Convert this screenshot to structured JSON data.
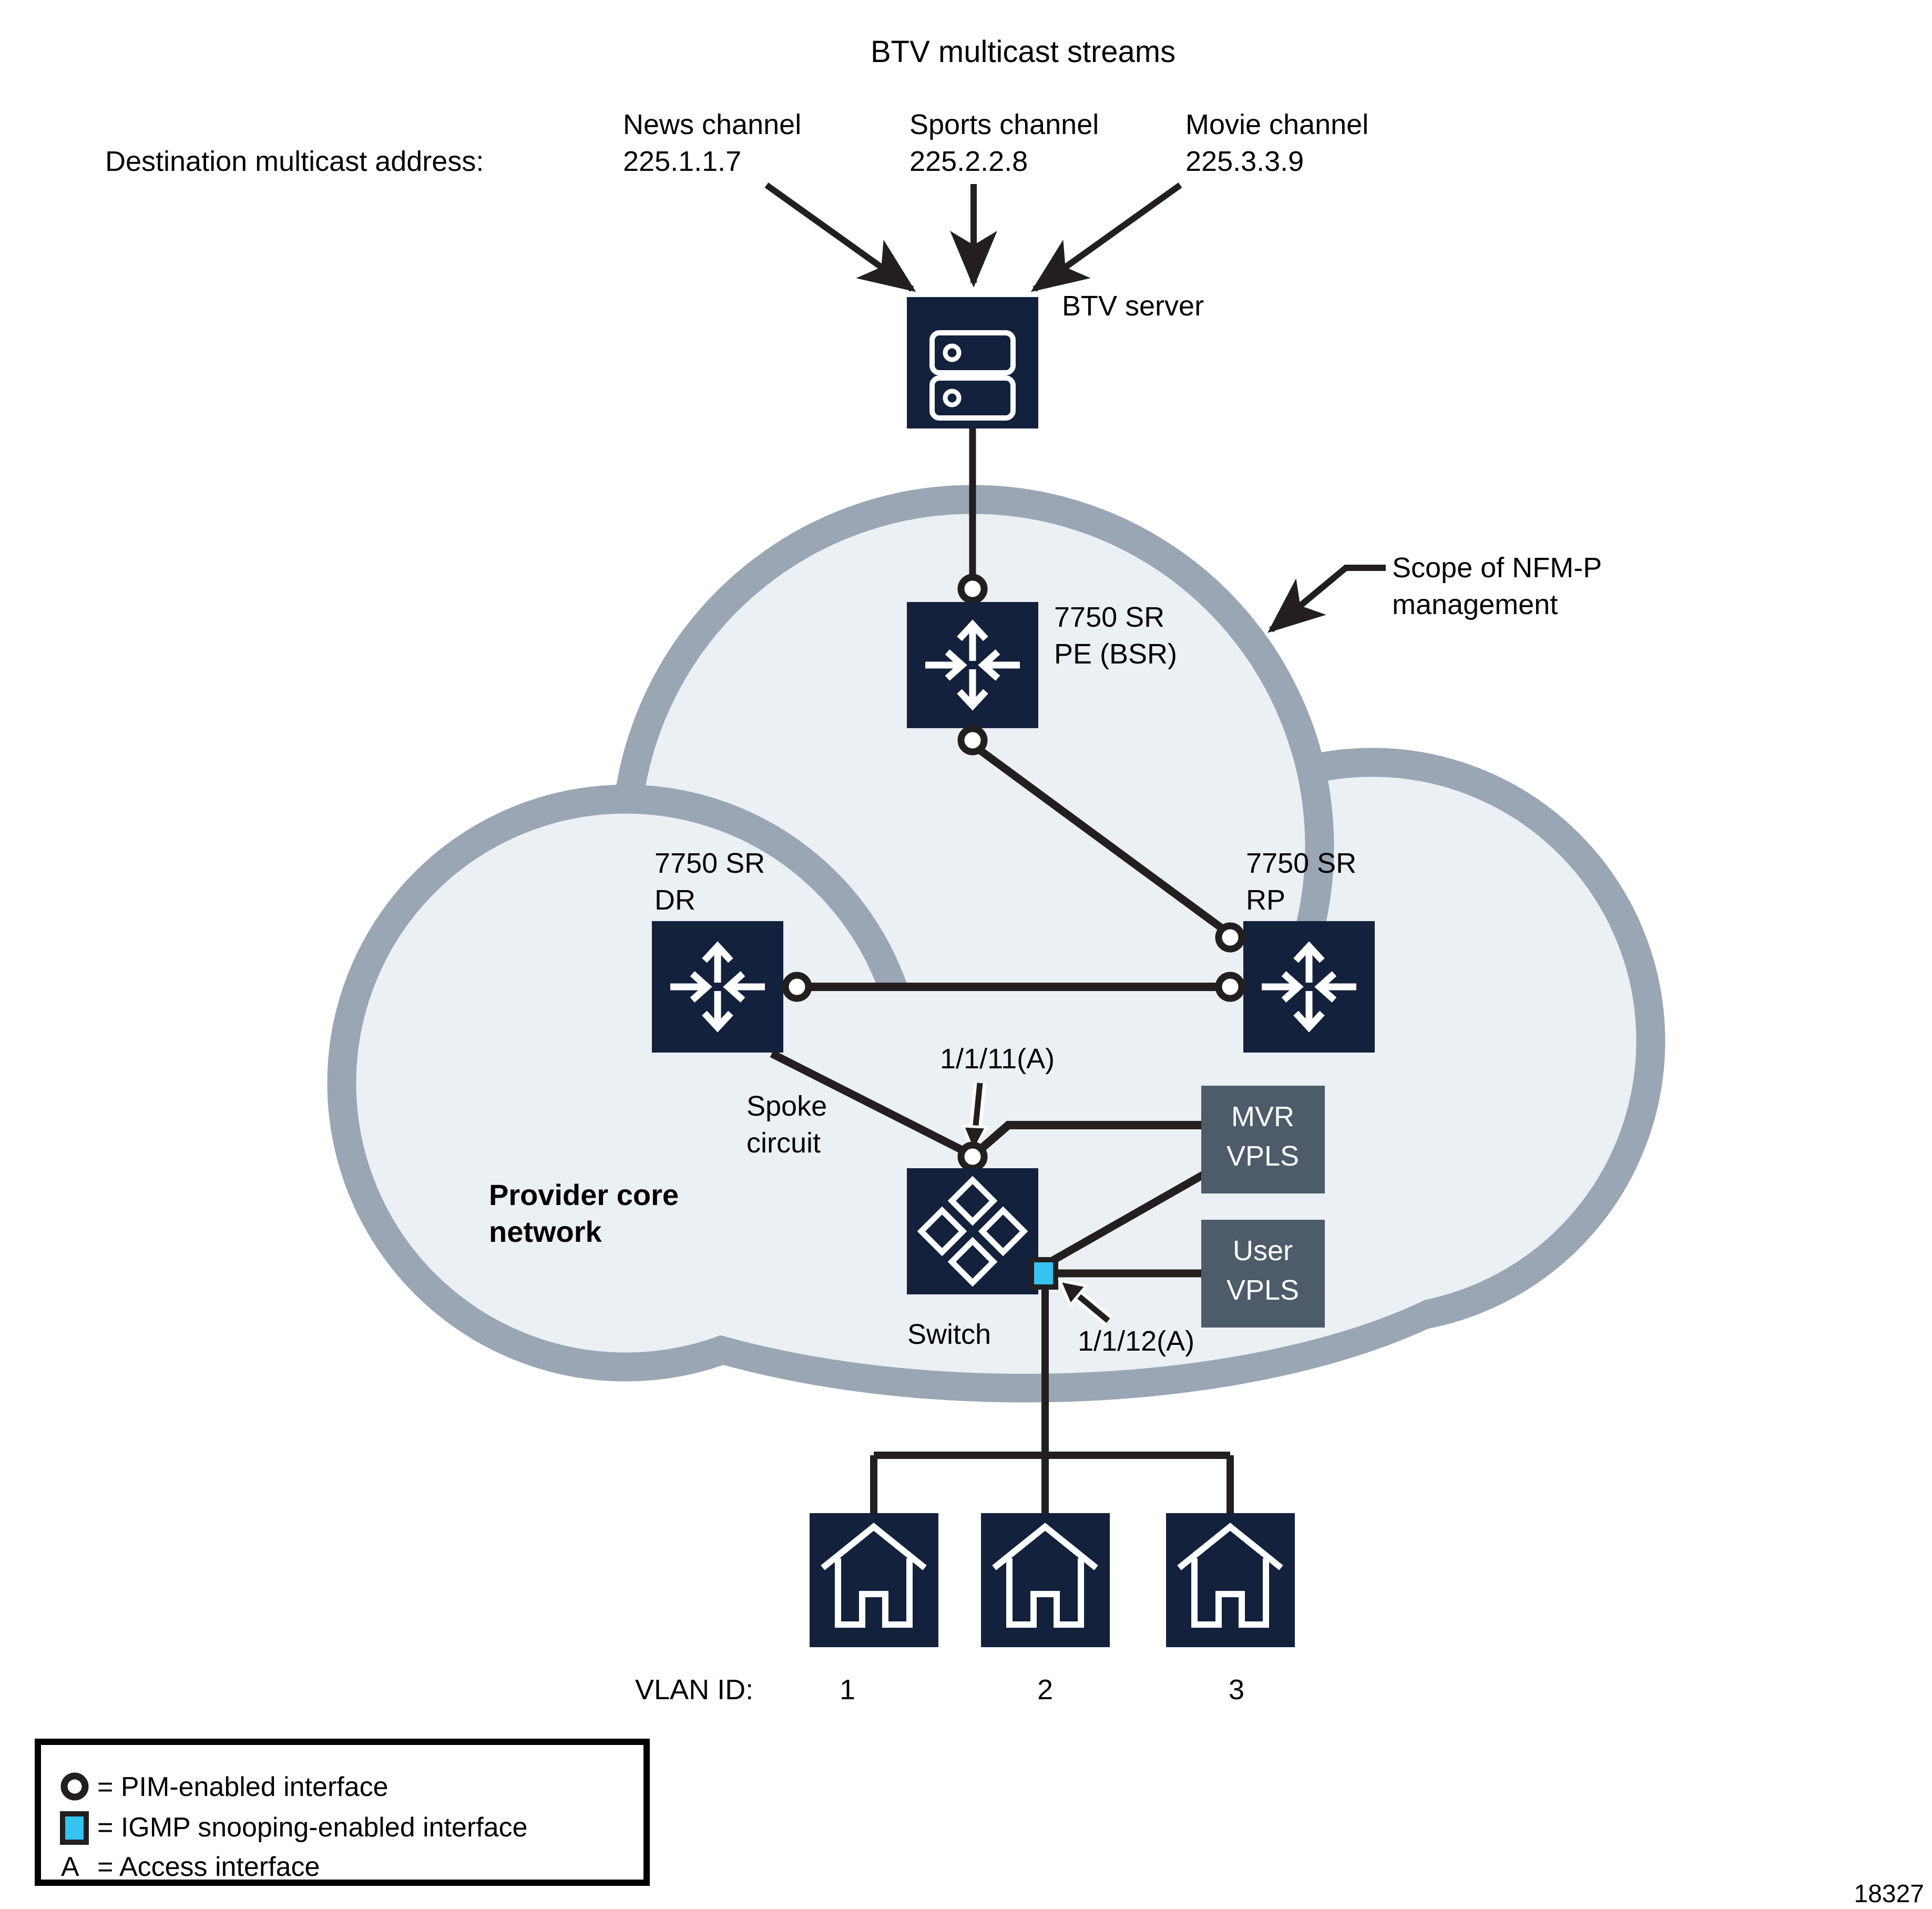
{
  "title": "BTV multicast streams",
  "destination_label": "Destination multicast address:",
  "channels": [
    {
      "name": "News channel",
      "address": "225.1.1.7"
    },
    {
      "name": "Sports channel",
      "address": "225.2.2.8"
    },
    {
      "name": "Movie channel",
      "address": "225.3.3.9"
    }
  ],
  "server": {
    "label": "BTV server"
  },
  "scope_label": {
    "line1": "Scope of NFM-P",
    "line2": "management"
  },
  "routers": {
    "pe": {
      "line1": "7750 SR",
      "line2": "PE (BSR)"
    },
    "dr": {
      "line1": "7750 SR",
      "line2": "DR"
    },
    "rp": {
      "line1": "7750 SR",
      "line2": "RP"
    }
  },
  "spoke_label": {
    "line1": "Spoke",
    "line2": "circuit"
  },
  "provider_label": {
    "line1": "Provider core",
    "line2": "network"
  },
  "interfaces": {
    "i1111": "1/1/11(A)",
    "i1112": "1/1/12(A)"
  },
  "vpls": {
    "mvr": {
      "line1": "MVR",
      "line2": "VPLS"
    },
    "user": {
      "line1": "User",
      "line2": "VPLS"
    }
  },
  "switch_label": "Switch",
  "vlan": {
    "label": "VLAN ID:",
    "ids": [
      "1",
      "2",
      "3"
    ]
  },
  "legend": {
    "pim": "= PIM-enabled interface",
    "igmp": "= IGMP snooping-enabled interface",
    "access_symbol": "A",
    "access": "= Access interface"
  },
  "figure_number": "18327",
  "colors": {
    "navy": "#13213D",
    "slate": "#4E5B69",
    "cyan": "#33C4F0",
    "cloud_border": "#9AA6B3",
    "cloud_fill": "#EBF0F5",
    "line": "#231F20"
  }
}
